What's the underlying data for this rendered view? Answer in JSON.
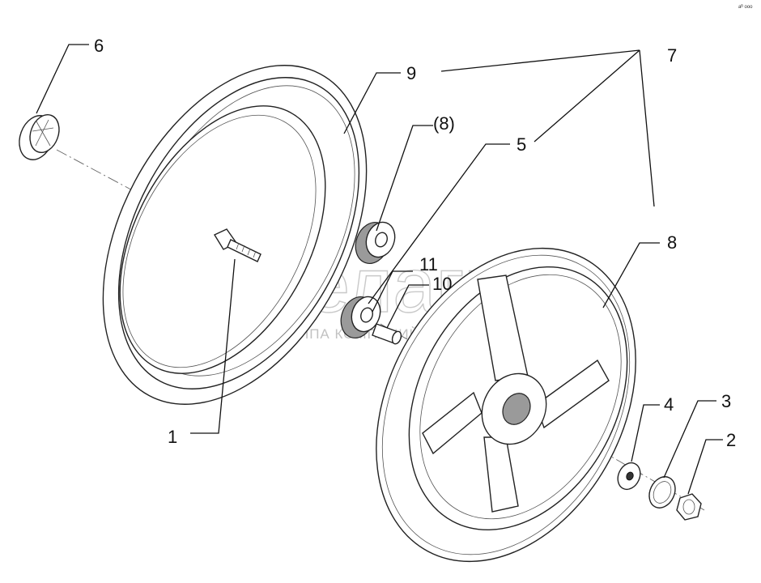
{
  "watermark": {
    "brand": "белагро",
    "subtitle": "ГРУППА КОМПАНИЙ"
  },
  "corner_mark": "аᴮ ооо",
  "labels": {
    "p1": "1",
    "p2": "2",
    "p3": "3",
    "p4": "4",
    "p5": "5",
    "p6": "6",
    "p7": "7",
    "p8": "8",
    "p8b": "(8)",
    "p9": "9",
    "p10": "10",
    "p11": "11"
  }
}
